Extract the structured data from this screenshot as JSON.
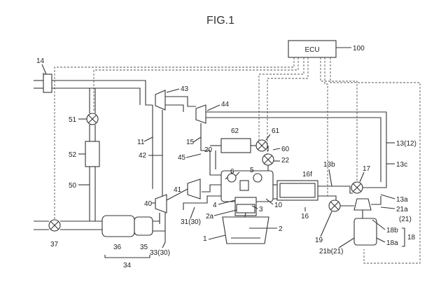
{
  "figure": {
    "title": "FIG.1"
  },
  "ecu": {
    "label": "ECU",
    "ref": "100"
  },
  "refs": {
    "r14": "14",
    "r43": "43",
    "r44": "44",
    "r51": "51",
    "r52": "52",
    "r50": "50",
    "r11": "11",
    "r42": "42",
    "r15": "15",
    "r45": "45",
    "r20": "20",
    "r62": "62",
    "r61": "61",
    "r60": "60",
    "r22": "22",
    "r16f": "16f",
    "r13b": "13b",
    "r17": "17",
    "r13_12": "13(12)",
    "r13c": "13c",
    "r13a": "13a",
    "r21a": "21a",
    "r21": "(21)",
    "r18b": "18b",
    "r18a": "18a",
    "r18": "18",
    "r19": "19",
    "r21b": "21b(21)",
    "r16": "16",
    "r10": "10",
    "r2": "2",
    "r3": "3",
    "r4": "4",
    "r2a": "2a",
    "r6": "6",
    "r5": "5",
    "r1": "1",
    "r41": "41",
    "r40": "40",
    "r31": "31(30)",
    "r33": "33(30)",
    "r37": "37",
    "r36": "36",
    "r35": "35",
    "r34": "34"
  }
}
